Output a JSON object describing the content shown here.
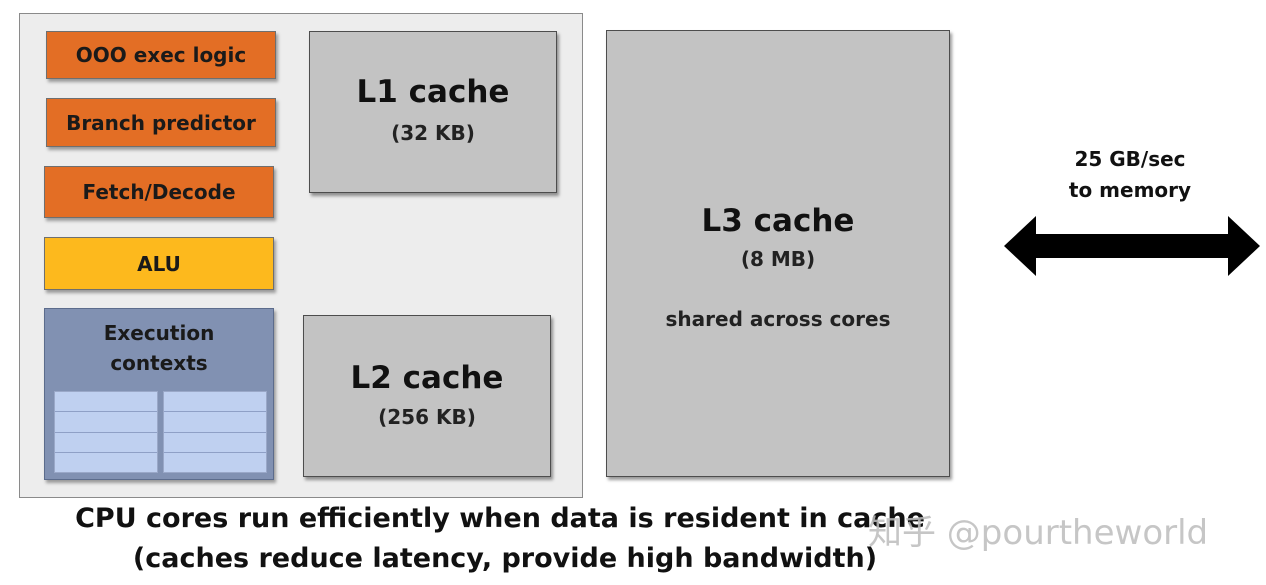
{
  "core_units": {
    "ooo": "OOO exec logic",
    "branch": "Branch predictor",
    "fetch": "Fetch/Decode",
    "alu": "ALU",
    "exec_line1": "Execution",
    "exec_line2": "contexts"
  },
  "l1": {
    "title": "L1 cache",
    "size": "(32 KB)"
  },
  "l2": {
    "title": "L2 cache",
    "size": "(256 KB)"
  },
  "l3": {
    "title": "L3 cache",
    "size": "(8 MB)",
    "note": "shared across cores"
  },
  "memory_link": {
    "line1": "25 GB/sec",
    "line2": "to memory"
  },
  "caption": {
    "line1": "CPU cores run efficiently when data is resident in cache",
    "line2": "(caches reduce latency, provide high bandwidth)"
  },
  "watermark": "知乎 @pourtheworld",
  "colors": {
    "core_bg": "#ededed",
    "orange_unit": "#e36e25",
    "alu": "#fdb91d",
    "exec_contexts": "#8191b2",
    "cache": "#c3c3c3"
  }
}
